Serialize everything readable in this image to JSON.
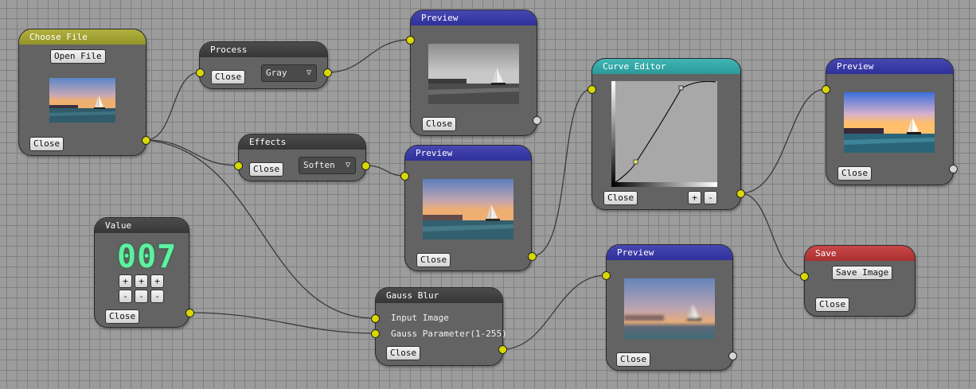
{
  "nodes": {
    "choose_file": {
      "title": "Choose File",
      "open_label": "Open File",
      "close_label": "Close",
      "color": "#a3a336"
    },
    "process": {
      "title": "Process",
      "close_label": "Close",
      "combo_value": "Gray",
      "combo_arrow": "▽"
    },
    "effects": {
      "title": "Effects",
      "close_label": "Close",
      "combo_value": "Soften",
      "combo_arrow": "▽"
    },
    "preview_gray": {
      "title": "Preview",
      "close_label": "Close"
    },
    "preview_soft": {
      "title": "Preview",
      "close_label": "Close"
    },
    "preview_curve": {
      "title": "Preview",
      "close_label": "Close"
    },
    "preview_blur": {
      "title": "Preview",
      "close_label": "Close"
    },
    "value": {
      "title": "Value",
      "display": "007",
      "plus": "+",
      "minus": "-",
      "close_label": "Close"
    },
    "gauss_blur": {
      "title": "Gauss Blur",
      "input_image_label": "Input Image",
      "param_label": "Gauss Parameter(1-255)",
      "close_label": "Close"
    },
    "curve_editor": {
      "title": "Curve Editor",
      "close_label": "Close",
      "plus": "+",
      "minus": "-"
    },
    "save": {
      "title": "Save",
      "save_label": "Save Image",
      "close_label": "Close"
    }
  },
  "colors": {
    "header_yellow": "#a3a336",
    "header_dark": "#3e3e3e",
    "header_blue": "#3a3aa6",
    "header_teal": "#36a8a8",
    "header_red": "#b83a3a",
    "port": "#d8d800",
    "node_body": "#636363",
    "grid": "#9c9c9c",
    "digit": "#5ef0a0"
  }
}
